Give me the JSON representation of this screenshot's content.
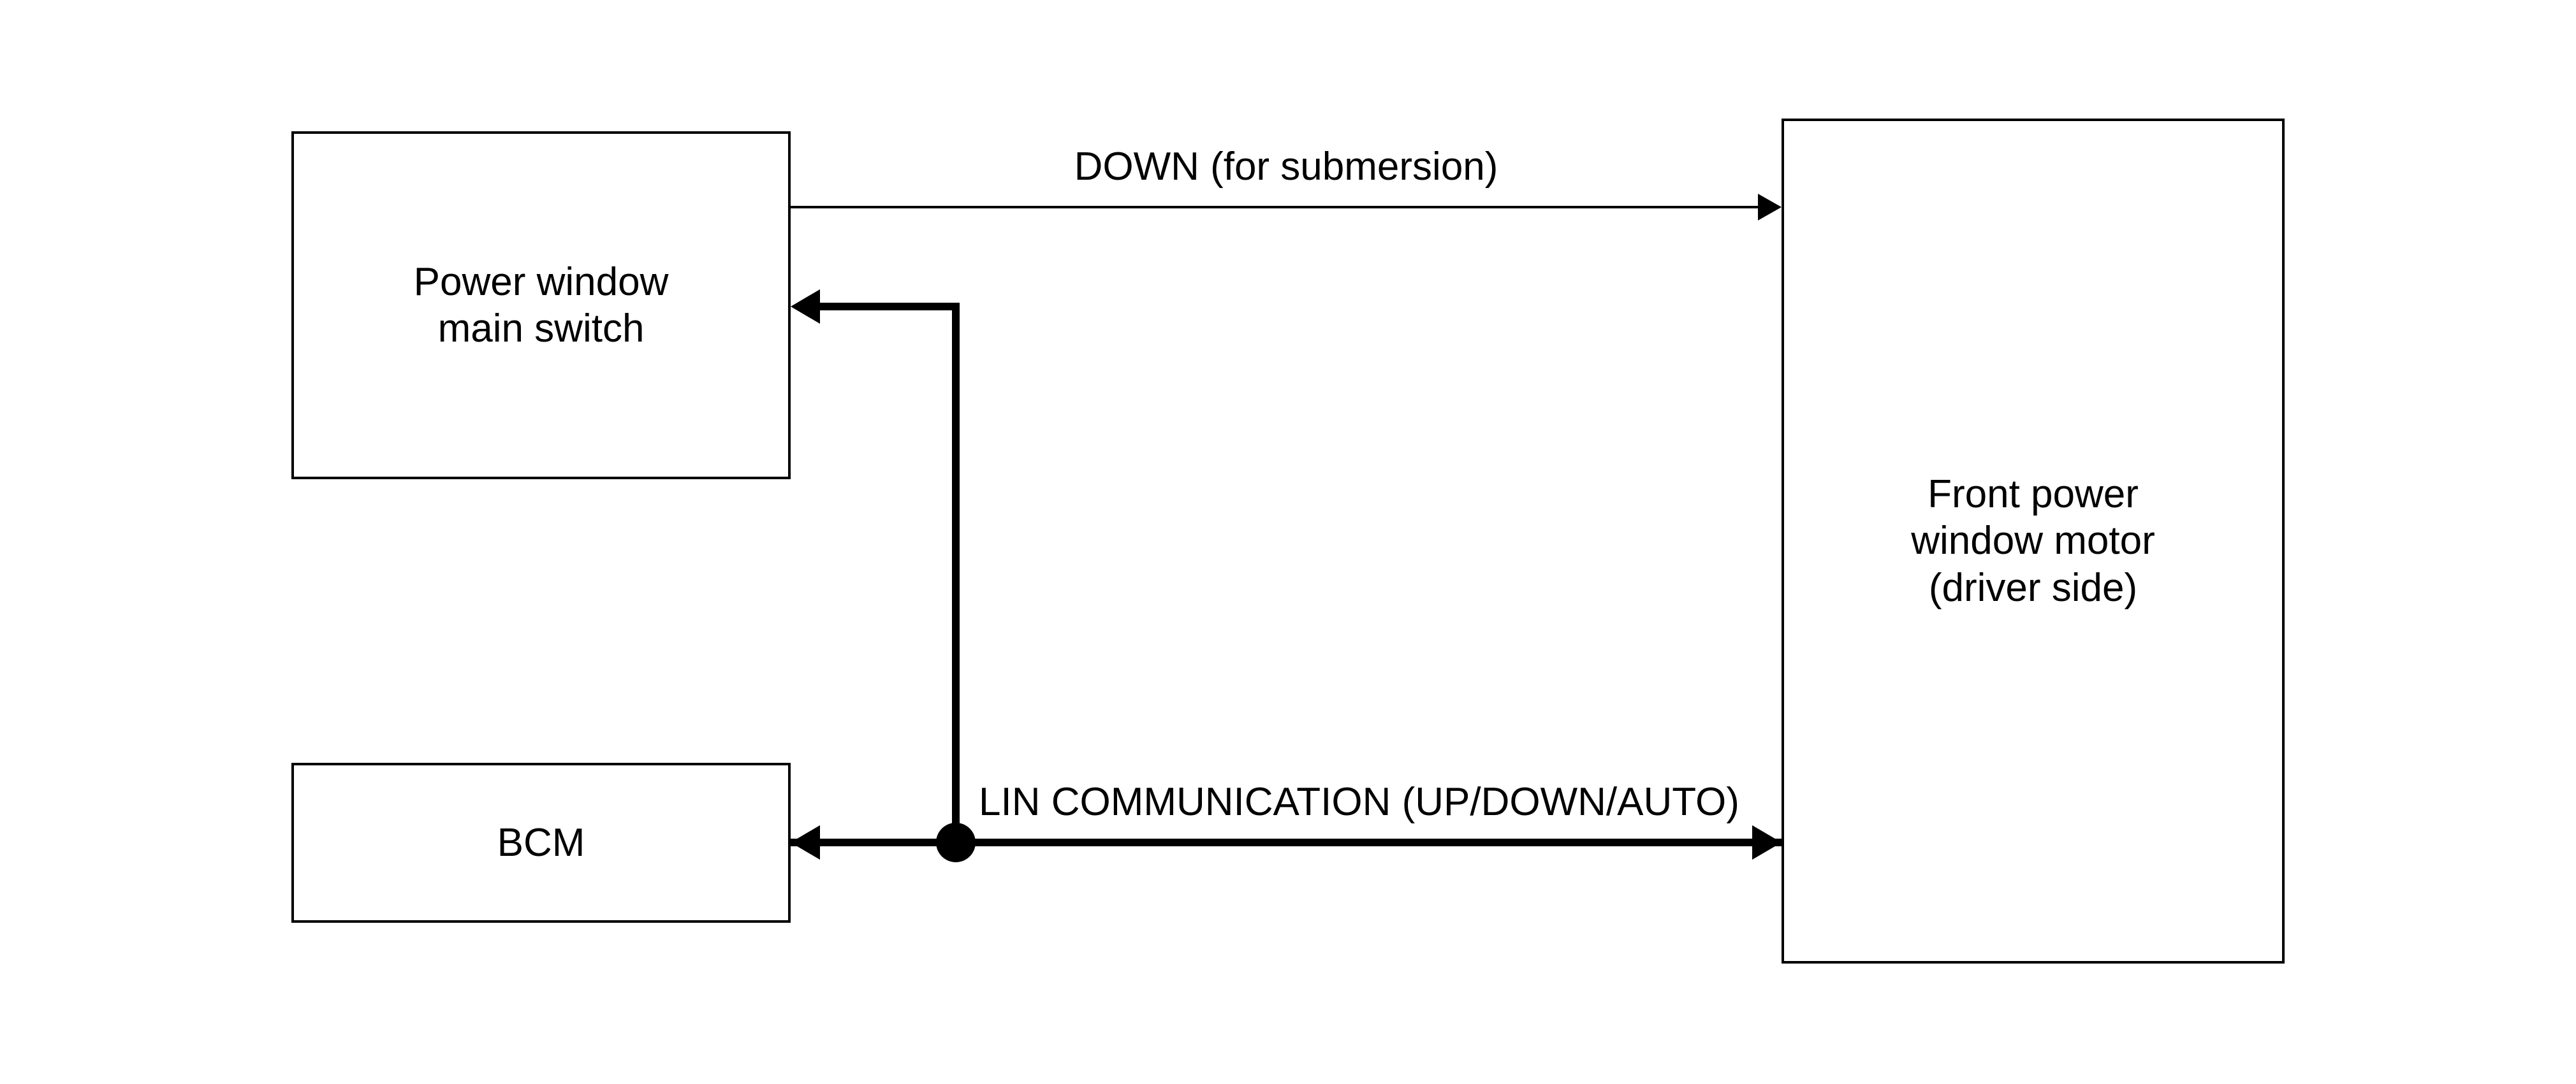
{
  "colors": {
    "ink": "#000000",
    "background": "#ffffff"
  },
  "boxes": {
    "main_switch": {
      "line1": "Power window",
      "line2": "main switch"
    },
    "bcm": {
      "label": "BCM"
    },
    "motor": {
      "line1": "Front power",
      "line2": "window motor",
      "line3": "(driver side)"
    }
  },
  "connections": {
    "down": {
      "label": "DOWN (for submersion)"
    },
    "lin": {
      "label": "LIN COMMUNICATION (UP/DOWN/AUTO)"
    }
  }
}
